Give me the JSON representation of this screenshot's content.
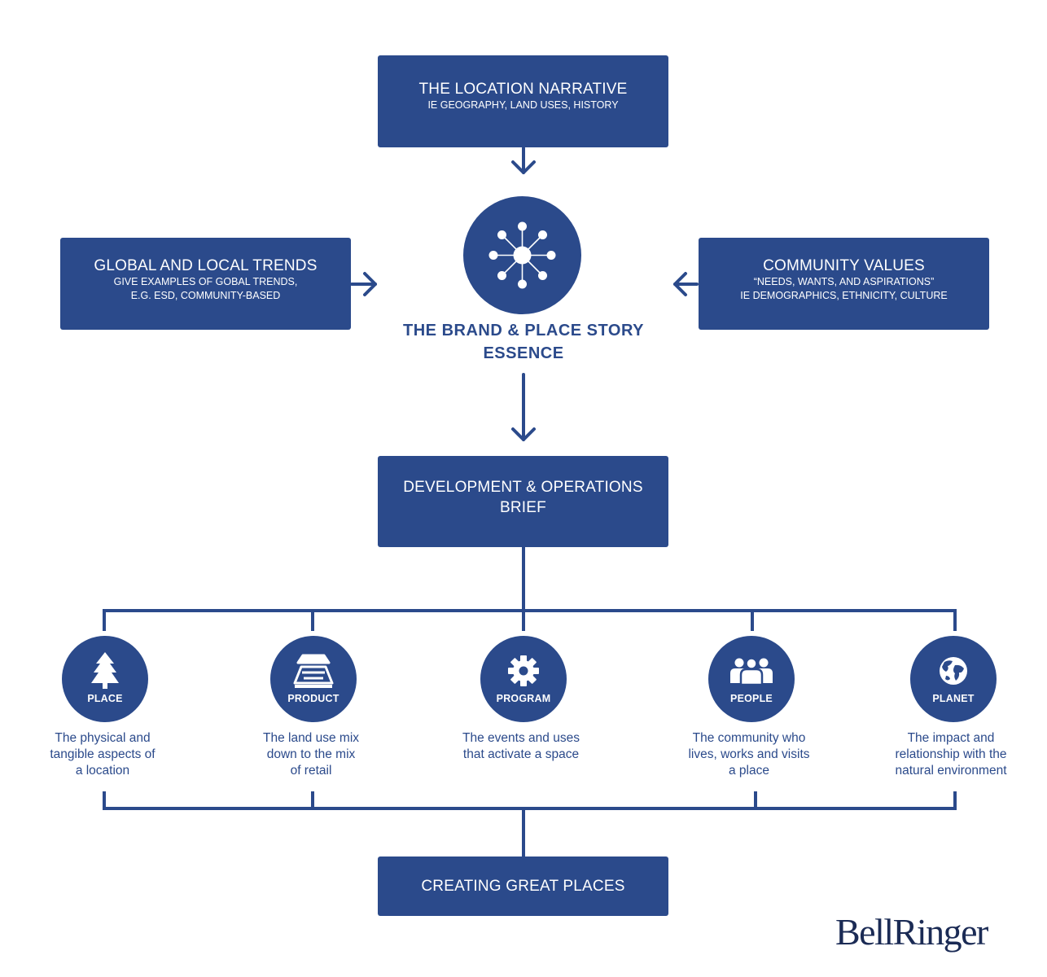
{
  "location_narrative": {
    "title": "THE LOCATION NARRATIVE",
    "subtitle": "IE GEOGRAPHY, LAND USES, HISTORY"
  },
  "global_trends": {
    "title": "GLOBAL AND LOCAL TRENDS",
    "subtitle_lines": [
      "GIVE EXAMPLES OF GOBAL TRENDS,",
      "E.G. ESD, COMMUNITY-BASED"
    ]
  },
  "community_values": {
    "title": "COMMUNITY VALUES",
    "subtitle_lines": [
      "“NEEDS, WANTS, AND ASPIRATIONS”",
      "IE DEMOGRAPHICS, ETHNICITY, CULTURE"
    ]
  },
  "essence": {
    "lines": [
      "THE BRAND & PLACE STORY",
      "ESSENCE"
    ],
    "icon": "network-hub-icon"
  },
  "brief": {
    "title_lines": [
      "DEVELOPMENT & OPERATIONS",
      "BRIEF"
    ]
  },
  "pillars": [
    {
      "label": "PLACE",
      "icon": "tree-icon",
      "description": [
        "The physical and",
        "tangible aspects of",
        "a location"
      ]
    },
    {
      "label": "PRODUCT",
      "icon": "stage-icon",
      "description": [
        "The land use mix",
        "down to the mix",
        "of retail"
      ]
    },
    {
      "label": "PROGRAM",
      "icon": "gear-icon",
      "description": [
        "The events and uses",
        "that activate a space"
      ]
    },
    {
      "label": "PEOPLE",
      "icon": "people-icon",
      "description": [
        "The community who",
        "lives, works and visits",
        "a place"
      ]
    },
    {
      "label": "PLANET",
      "icon": "globe-icon",
      "description": [
        "The impact and",
        "relationship with the",
        "natural environment"
      ]
    }
  ],
  "outcome": {
    "title": "CREATING GREAT PLACES"
  },
  "brand": {
    "logo_text": "BellRinger"
  },
  "colors": {
    "primary": "#2b4a8b",
    "logo": "#1b2b55",
    "background": "#ffffff"
  }
}
